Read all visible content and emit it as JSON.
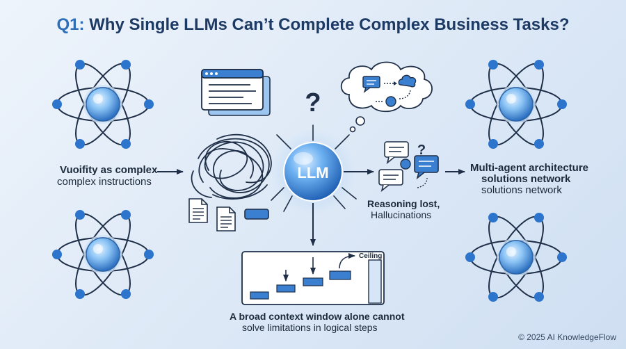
{
  "title": {
    "prefix": "Q1:",
    "main": "Why Single LLMs Can’t Complete Complex Business Tasks?"
  },
  "left_input": {
    "line1": "Vuoifity as complex",
    "line2": "complex instructions"
  },
  "center_node": {
    "label": "LLM",
    "question_mark": "?"
  },
  "reasoning": {
    "line1": "Reasoning lost,",
    "line2": "Hallucinations",
    "question_mark": "?"
  },
  "right_output": {
    "line1": "Multi-agent architecture",
    "line2": "solutions network",
    "line3": "solutions network"
  },
  "context_window": {
    "ceiling_label": "Ceiling",
    "line1": "A broad context window alone cannot",
    "line2": "solve limitations in logical steps"
  },
  "footer": {
    "copyright": "© 2025 AI KnowledgeFlow"
  },
  "colors": {
    "accent": "#2f6fb8",
    "dark_navy": "#1c3a63",
    "stroke": "#1f2f48",
    "orb": "#4d9be8",
    "node": "#2c74cc"
  }
}
